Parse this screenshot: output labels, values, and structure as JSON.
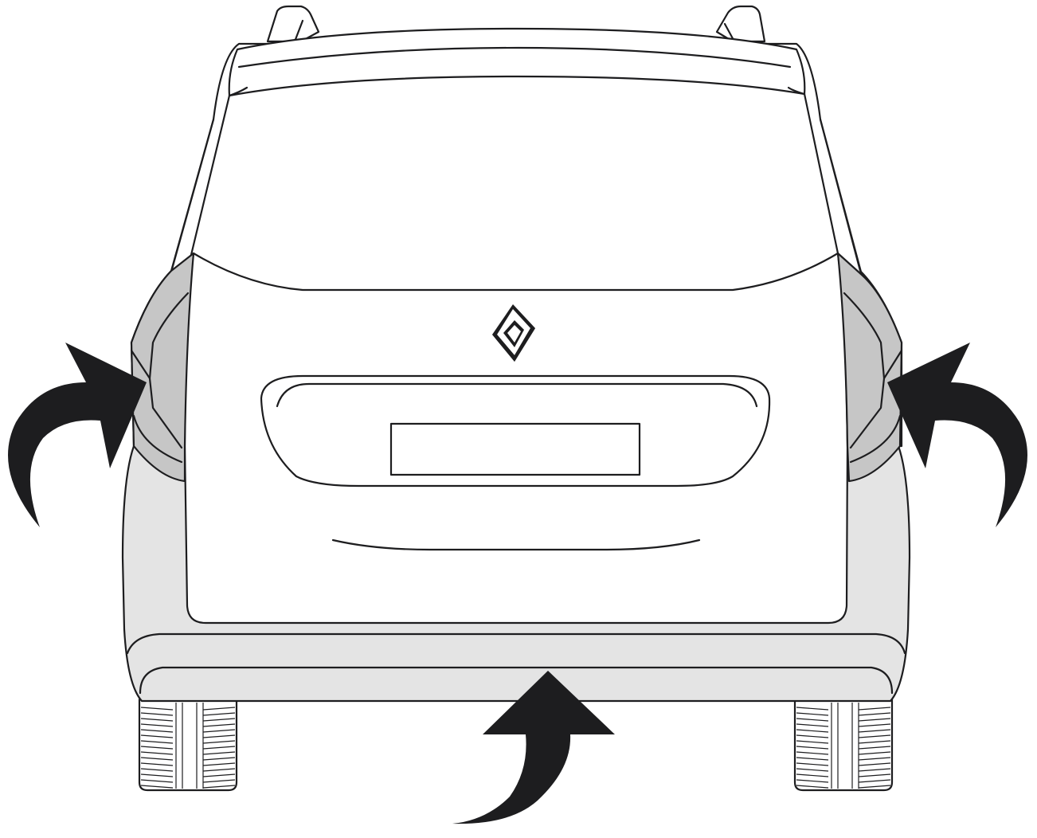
{
  "figure": {
    "subject": "vehicle-rear-view",
    "arrows": [
      {
        "id": "left-arrow",
        "icon": "curved-arrow-icon"
      },
      {
        "id": "right-arrow",
        "icon": "curved-arrow-icon"
      },
      {
        "id": "bottom-arrow",
        "icon": "curved-arrow-icon"
      }
    ],
    "colors": {
      "outline": "#1d1d1f",
      "body": "#ffffff",
      "bumper": "#e4e4e4",
      "light_cluster": "#c6c6c6",
      "arrow": "#1d1d1f"
    }
  }
}
